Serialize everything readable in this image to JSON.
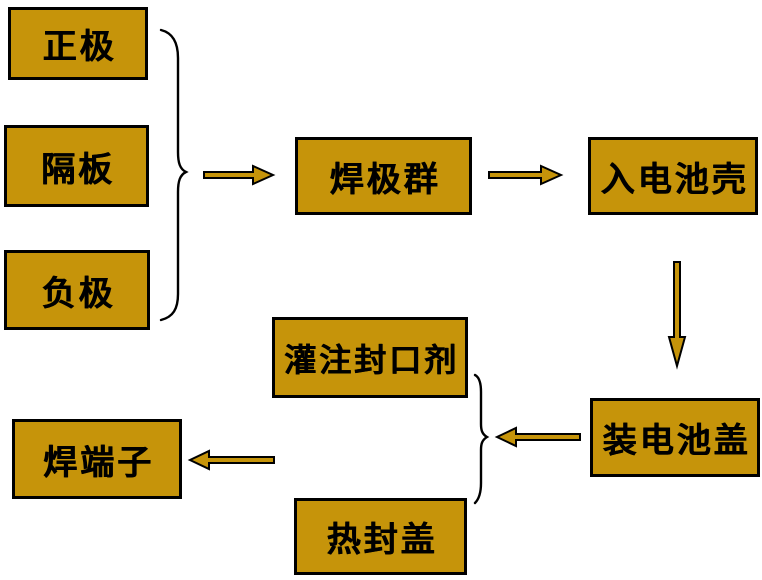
{
  "colors": {
    "background": "#FFFFFF",
    "box_fill": "#C6940A",
    "box_border": "#000000",
    "text": "#000000",
    "arrow_fill": "#C6940A",
    "arrow_stroke": "#000000",
    "brace_stroke": "#000000"
  },
  "nodes": {
    "positive": {
      "label": "正极"
    },
    "separator": {
      "label": "隔板"
    },
    "negative": {
      "label": "负极"
    },
    "weld_group": {
      "label": "焊极群"
    },
    "into_case": {
      "label": "入电池壳"
    },
    "install_cover": {
      "label": "装电池盖"
    },
    "pour_sealant": {
      "label": "灌注封口剂"
    },
    "heat_seal_cover": {
      "label": "热封盖"
    },
    "weld_terminal": {
      "label": "焊端子"
    }
  },
  "connectors": [
    {
      "type": "brace",
      "groups": [
        "positive",
        "separator",
        "negative"
      ],
      "to": "weld_group"
    },
    {
      "type": "arrow",
      "direction": "right",
      "from": "brace-component-group",
      "to": "weld_group"
    },
    {
      "type": "arrow",
      "direction": "right",
      "from": "weld_group",
      "to": "into_case"
    },
    {
      "type": "arrow",
      "direction": "down",
      "from": "into_case",
      "to": "install_cover"
    },
    {
      "type": "arrow",
      "direction": "left",
      "from": "install_cover",
      "to": "brace-seal-group"
    },
    {
      "type": "brace",
      "groups": [
        "pour_sealant",
        "heat_seal_cover"
      ],
      "to": "weld_terminal"
    },
    {
      "type": "arrow",
      "direction": "left",
      "from": "brace-seal-group",
      "to": "weld_terminal"
    }
  ]
}
